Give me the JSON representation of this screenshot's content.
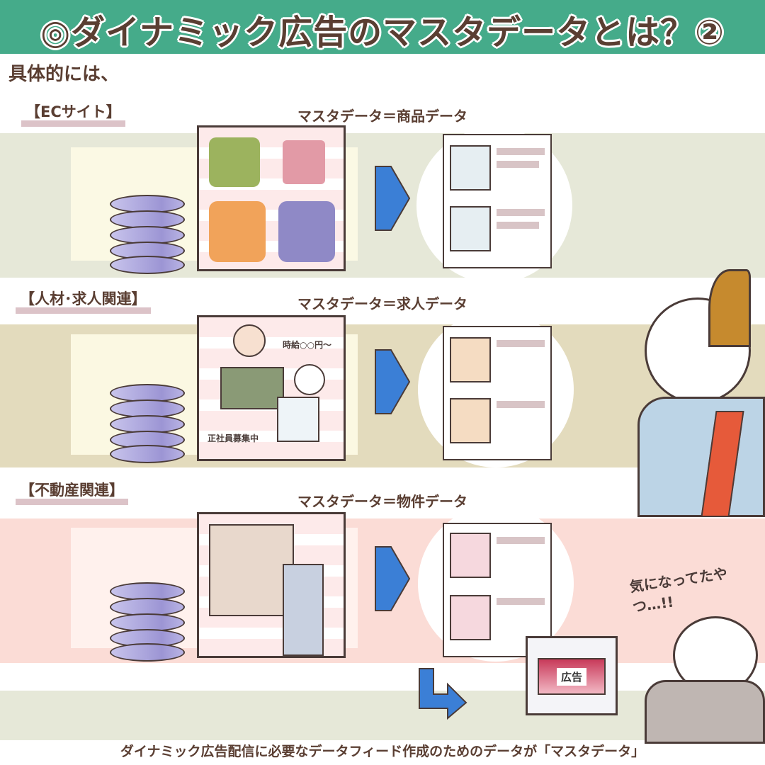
{
  "header": {
    "title": "◎ダイナミック広告のマスタデータとは？②"
  },
  "intro": "具体的には、",
  "sections": [
    {
      "label": "【ECサイト】",
      "heading": "マスタデータ＝商品データ"
    },
    {
      "label": "【人材･求人関連】",
      "heading": "マスタデータ＝求人データ",
      "tags": [
        "時給○○円～",
        "正社員募集中"
      ]
    },
    {
      "label": "【不動産関連】",
      "heading": "マスタデータ＝物件データ"
    }
  ],
  "ad_label": "広告",
  "speech": "気になってたやつ…!!",
  "footer": "ダイナミック広告配信に必要なデータフィード作成のためのデータが「マスタデータ」",
  "colors": {
    "header": "#45ab8a",
    "text": "#5a3e32",
    "band_ec": "#e6e8d8",
    "band_job": "#e3dbbd",
    "band_estate": "#fbdcd6",
    "arrow": "#3b7fd6"
  }
}
